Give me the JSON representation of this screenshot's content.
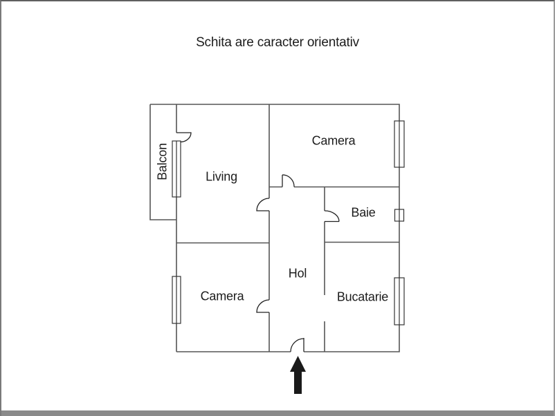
{
  "title": "Schita are caracter orientativ",
  "rooms": [
    {
      "label": "Balcon"
    },
    {
      "label": "Living"
    },
    {
      "label": "Camera"
    },
    {
      "label": "Baie"
    },
    {
      "label": "Hol"
    },
    {
      "label": "Camera"
    },
    {
      "label": "Bucatarie"
    }
  ],
  "entrance": {
    "icon": "entrance-arrow",
    "direction": "up"
  },
  "features": {
    "windows": 5,
    "doors": 6,
    "openings": 1
  },
  "colors": {
    "background": "#ffffff",
    "wall": "#555555",
    "door_window": "#222222",
    "arrow": "#1a1a1a",
    "text": "#1c1c1c",
    "frame_border": "#5f5f5f",
    "bottom_bar": "#8a8a8a"
  }
}
